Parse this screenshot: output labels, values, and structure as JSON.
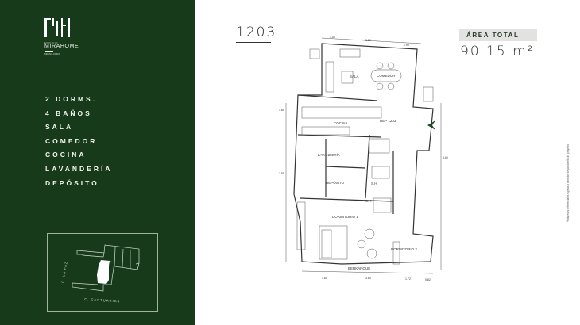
{
  "brand": {
    "name": "MIRAHOME",
    "tagline": "EDIFICIO",
    "location": "MIRAFLORES"
  },
  "features": [
    "2 DORMS.",
    "4 BAÑOS",
    "SALA",
    "COMEDOR",
    "COCINA",
    "LAVANDERÍA",
    "DEPÓSITO"
  ],
  "site_map": {
    "streets": [
      "C. LA PAZ",
      "C. CANTUARIAS"
    ]
  },
  "unit": {
    "number": "1203"
  },
  "area": {
    "label": "ÁREA TOTAL",
    "value": "90.15 m²"
  },
  "disclaimer": "*Imágenes referenciales sujetas a cambios según diseño de proyecto",
  "floor_plan": {
    "rooms": [
      "SALA",
      "COMEDOR",
      "COCINA",
      "DEP 1203",
      "LAVANDERÍA",
      "DEPÓSITO",
      "S.H",
      "S.H",
      "DORMITORIO 1",
      "DORMITORIO 2",
      "BERKANQUE"
    ],
    "dimensions": [
      "1.00",
      "5.80",
      "1.90",
      "1.85",
      "2.85",
      "4.60",
      "1.60",
      "3.60",
      "1.72",
      "0.82"
    ]
  },
  "colors": {
    "panel": "#173b1a",
    "accent": "#1e4a22",
    "area_box": "#e2e2e0"
  }
}
